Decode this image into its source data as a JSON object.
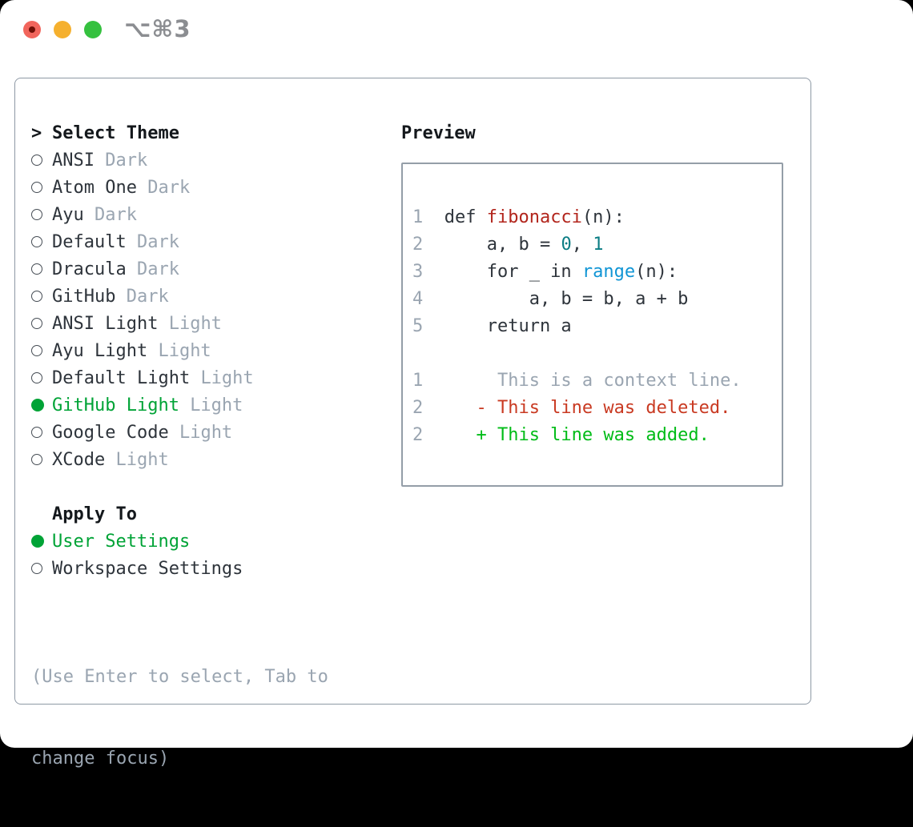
{
  "window": {
    "title_shortcut": "⌥⌘3",
    "traffic_lights": [
      "close",
      "minimize",
      "zoom"
    ]
  },
  "colors": {
    "selection_green": "#00a336",
    "added_green": "#00bc17",
    "deleted_red": "#c93a22",
    "function_red": "#b2251c",
    "number_teal": "#0b7d84",
    "builtin_blue": "#1095d5",
    "muted_gray": "#9aa5b1",
    "foreground": "#2e343b",
    "panel_border": "#8e99a5"
  },
  "theme_picker": {
    "prompt": ">",
    "header": "Select Theme",
    "themes": [
      {
        "name": "ANSI",
        "variant": "Dark",
        "selected": false
      },
      {
        "name": "Atom One",
        "variant": "Dark",
        "selected": false
      },
      {
        "name": "Ayu",
        "variant": "Dark",
        "selected": false
      },
      {
        "name": "Default",
        "variant": "Dark",
        "selected": false
      },
      {
        "name": "Dracula",
        "variant": "Dark",
        "selected": false
      },
      {
        "name": "GitHub",
        "variant": "Dark",
        "selected": false
      },
      {
        "name": "ANSI Light",
        "variant": "Light",
        "selected": false
      },
      {
        "name": "Ayu Light",
        "variant": "Light",
        "selected": false
      },
      {
        "name": "Default Light",
        "variant": "Light",
        "selected": false
      },
      {
        "name": "GitHub Light",
        "variant": "Light",
        "selected": true
      },
      {
        "name": "Google Code",
        "variant": "Light",
        "selected": false
      },
      {
        "name": "XCode",
        "variant": "Light",
        "selected": false
      }
    ],
    "apply_header": "Apply To",
    "apply_options": [
      {
        "name": "User Settings",
        "selected": true
      },
      {
        "name": "Workspace Settings",
        "selected": false
      }
    ],
    "help_lines": [
      "(Use Enter to select, Tab to",
      "change focus)"
    ]
  },
  "preview": {
    "header": "Preview",
    "lines": [
      {
        "num": "1",
        "parts": [
          [
            "def ",
            "fg"
          ],
          [
            "fibonacci",
            "func"
          ],
          [
            "(n):",
            "fg"
          ]
        ]
      },
      {
        "num": "2",
        "parts": [
          [
            "    a, b = ",
            "fg"
          ],
          [
            "0",
            "num"
          ],
          [
            ", ",
            "fg"
          ],
          [
            "1",
            "num"
          ]
        ]
      },
      {
        "num": "3",
        "parts": [
          [
            "    for _ in ",
            "fg"
          ],
          [
            "range",
            "builtin"
          ],
          [
            "(n):",
            "fg"
          ]
        ]
      },
      {
        "num": "4",
        "parts": [
          [
            "        a, b = b, a + b",
            "fg"
          ]
        ]
      },
      {
        "num": "5",
        "parts": [
          [
            "    return a",
            "fg"
          ]
        ]
      },
      {
        "num": "",
        "parts": []
      },
      {
        "num": "1",
        "parts": [
          [
            "     This is a context line.",
            "muted"
          ]
        ]
      },
      {
        "num": "2",
        "parts": [
          [
            "   - This line was deleted.",
            "del"
          ]
        ]
      },
      {
        "num": "2",
        "parts": [
          [
            "   + This line was added.",
            "add"
          ]
        ]
      }
    ]
  }
}
